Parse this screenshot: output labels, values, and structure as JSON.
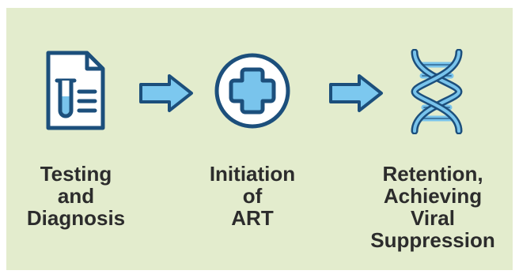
{
  "steps": [
    {
      "icon": "test-tube-document-icon",
      "label_lines": [
        "Testing",
        "and",
        "Diagnosis"
      ]
    },
    {
      "icon": "medical-cross-icon",
      "label_lines": [
        "Initiation",
        "of",
        "ART"
      ]
    },
    {
      "icon": "dna-helix-icon",
      "label_lines": [
        "Retention,",
        "Achieving",
        "Viral",
        "Suppression"
      ]
    }
  ],
  "colors": {
    "background": "#e3eccd",
    "outline": "#1c4f7c",
    "fill": "#79c4ec",
    "arrow_fill": "#7cc8ef",
    "text": "#2c2c2c"
  }
}
